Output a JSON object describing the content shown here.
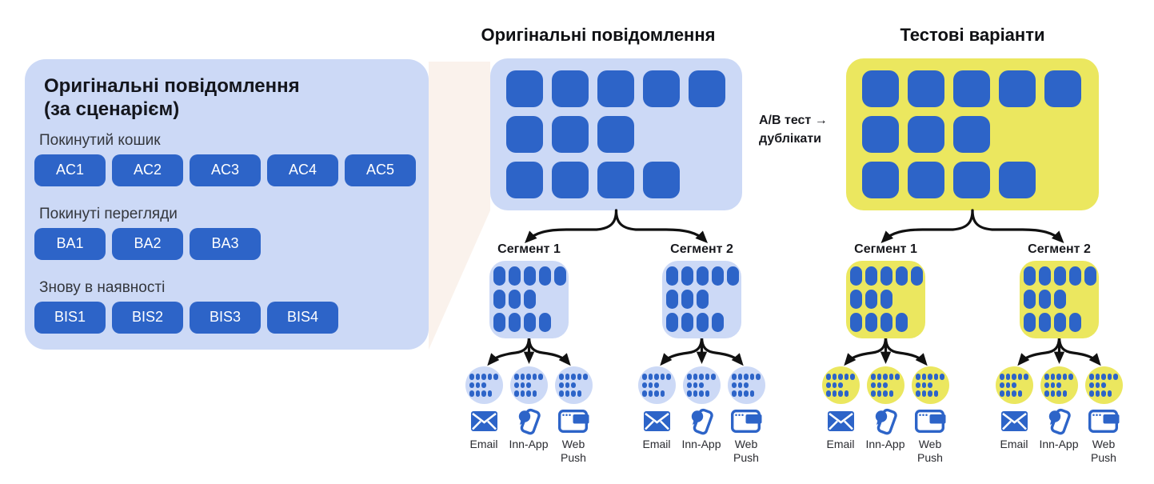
{
  "colors": {
    "accent_blue": "#2d64c8",
    "panel_light_blue": "#ccd9f6",
    "accent_yellow": "#ebe75f",
    "beam_peach": "#faf2ec"
  },
  "left_panel": {
    "title_line1": "Оригінальні повідомлення",
    "title_line2": "(за сценарієм)",
    "sections": [
      {
        "label": "Покинутий кошик",
        "buttons": [
          "AC1",
          "AC2",
          "AC3",
          "AC4",
          "AC5"
        ]
      },
      {
        "label": "Покинуті перегляди",
        "buttons": [
          "BA1",
          "BA2",
          "BA3"
        ]
      },
      {
        "label": "Знову в наявності",
        "buttons": [
          "BIS1",
          "BIS2",
          "BIS3",
          "BIS4"
        ]
      }
    ]
  },
  "original_messages": {
    "heading": "Оригінальні повідомлення",
    "grid_rows": [
      5,
      3,
      4
    ]
  },
  "test_variants": {
    "heading": "Тестові варіанти",
    "grid_rows": [
      5,
      3,
      4
    ]
  },
  "ab_test_label": {
    "line1": "А/В тест →",
    "line2": "дублікати"
  },
  "segments": {
    "label_segment_1": "Сегмент 1",
    "label_segment_2": "Сегмент 2",
    "pill_rows": [
      5,
      3,
      4
    ]
  },
  "channels": {
    "dot_rows": [
      5,
      3,
      4
    ],
    "email_label": "Email",
    "in_app_label": "Inn-App",
    "web_push_label_line1": "Web",
    "web_push_label_line2": "Push"
  }
}
